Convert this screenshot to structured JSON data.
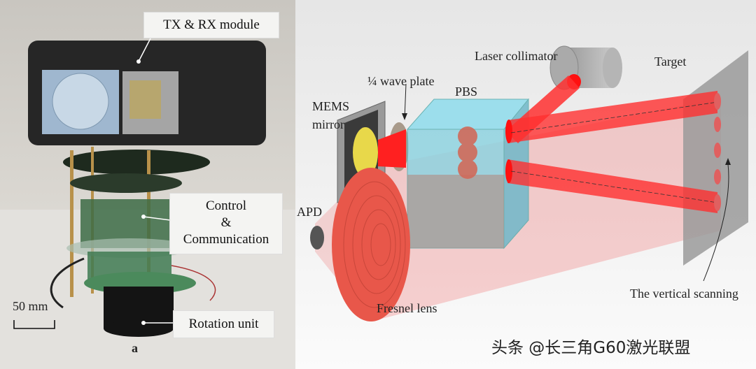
{
  "photo_panel": {
    "labels": {
      "tx_rx": "TX & RX module",
      "control_line1": "Control",
      "control_line2": "&",
      "control_line3": "Communication",
      "rotation": "Rotation unit",
      "scale": "50 mm",
      "panel_letter": "a"
    }
  },
  "diagram_panel": {
    "labels": {
      "laser_collimator": "Laser collimator",
      "target": "Target",
      "wave_plate": "¼ wave plate",
      "pbs": "PBS",
      "mems_line1": "MEMS",
      "mems_line2": "mirror",
      "apd": "APD",
      "fresnel": "Fresnel lens",
      "vertical_scanning": "The vertical scanning"
    },
    "colors": {
      "laser": "#ff2020",
      "pbs": "#7fd3e6",
      "mems": "#e8d84a",
      "target": "#9a9a9a"
    }
  },
  "watermark": "头条 @长三角G60激光联盟"
}
